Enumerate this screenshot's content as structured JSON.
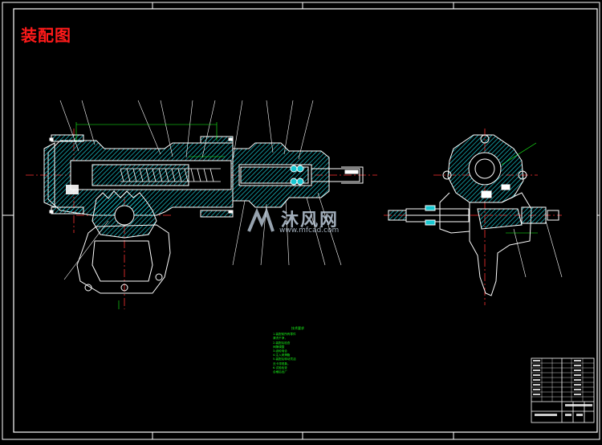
{
  "drawing": {
    "title": "装配图"
  },
  "watermark": {
    "brand": "沐风网",
    "url": "www.mfcad.com"
  },
  "notes": {
    "heading": "技术要求",
    "lines": [
      "1.装配前所有零件",
      "  清洗干净，",
      "2.装配后检查",
      "  间隙调整",
      "3.齿轮啮合",
      "4.注入润滑脂",
      "5.装配后转动灵活",
      "  无卡滞现象。",
      "6.试验检查",
      "  合格后出厂"
    ]
  },
  "colors": {
    "line": "#ffffff",
    "hatch": "#19c8d2",
    "center": "#ff3232",
    "dim": "#19ff19",
    "title": "#ff1a1a"
  }
}
